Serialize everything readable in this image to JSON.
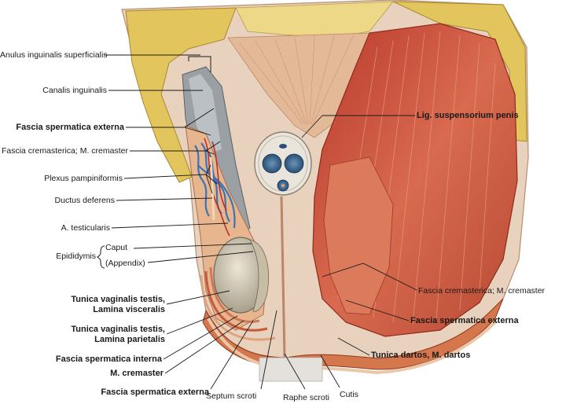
{
  "labels": {
    "anulus": "Anulus inguinalis superficialis",
    "canalis": "Canalis inguinalis",
    "fascia_ext_top": "Fascia spermatica externa",
    "fascia_crem_left": "Fascia cremasterica; M. cremaster",
    "plexus": "Plexus pampiniformis",
    "ductus": "Ductus deferens",
    "a_test": "A. testicularis",
    "epididymis": "Epididymis",
    "caput": "Caput",
    "appendix": "(Appendix)",
    "tv_visc_1": "Tunica vaginalis testis,",
    "tv_visc_2": "Lamina visceralis",
    "tv_par_1": "Tunica vaginalis testis,",
    "tv_par_2": "Lamina parietalis",
    "fascia_int": "Fascia spermatica interna",
    "m_crem": "M. cremaster",
    "fascia_ext_bottom": "Fascia spermatica externa",
    "septum": "Septum scroti",
    "raphe": "Raphe scroti",
    "cutis": "Cutis",
    "lig_susp": "Lig. suspensorium penis",
    "fascia_crem_right": "Fascia cremasterica; M. cremaster",
    "fascia_ext_right": "Fascia spermatica externa",
    "tunica_dartos": "Tunica dartos, M. dartos"
  },
  "colors": {
    "skin": "#e8cfb8",
    "fat": "#e3c65a",
    "muscle": "#c9503c",
    "fascia": "#d99a7a",
    "vein": "#3a73b8",
    "artery": "#b8322a",
    "testis": "#ddd6c4",
    "penis_bg": "#e9e4dc",
    "corpus": "#2f5e8a",
    "leader": "#1a1a1a"
  }
}
